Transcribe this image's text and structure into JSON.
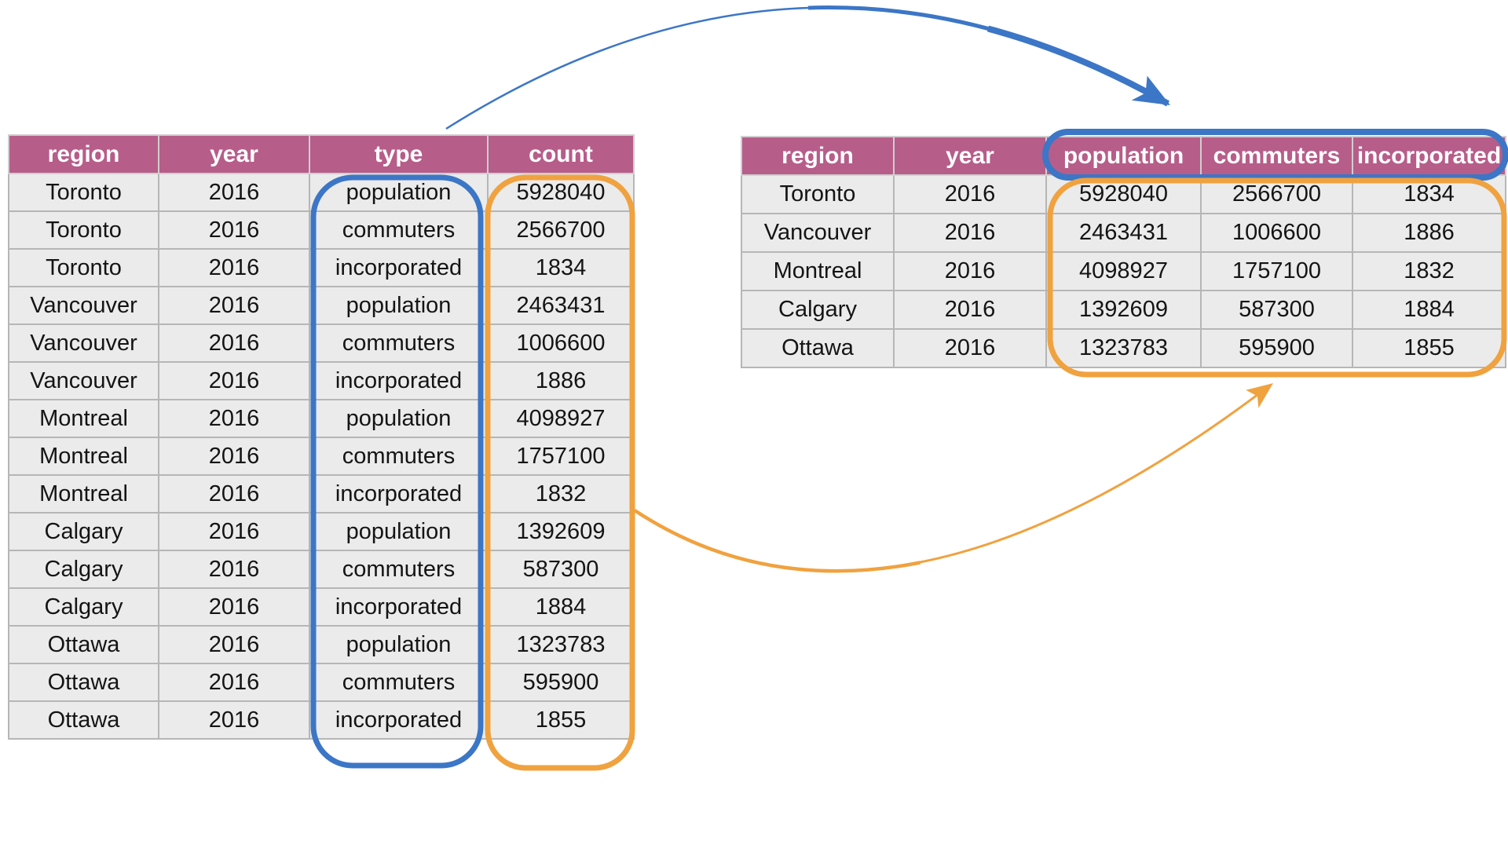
{
  "colors": {
    "header_bg": "#b75d8a",
    "header_text": "#ffffff",
    "cell_bg": "#ebebeb",
    "grid_line": "#b6b6b6",
    "cell_text": "#141414",
    "annotation_blue": "#3c76c6",
    "annotation_orange": "#f0a23f",
    "page_bg": "#ffffff"
  },
  "left_table": {
    "columns": [
      "region",
      "year",
      "type",
      "count"
    ],
    "rows": [
      [
        "Toronto",
        "2016",
        "population",
        "5928040"
      ],
      [
        "Toronto",
        "2016",
        "commuters",
        "2566700"
      ],
      [
        "Toronto",
        "2016",
        "incorporated",
        "1834"
      ],
      [
        "Vancouver",
        "2016",
        "population",
        "2463431"
      ],
      [
        "Vancouver",
        "2016",
        "commuters",
        "1006600"
      ],
      [
        "Vancouver",
        "2016",
        "incorporated",
        "1886"
      ],
      [
        "Montreal",
        "2016",
        "population",
        "4098927"
      ],
      [
        "Montreal",
        "2016",
        "commuters",
        "1757100"
      ],
      [
        "Montreal",
        "2016",
        "incorporated",
        "1832"
      ],
      [
        "Calgary",
        "2016",
        "population",
        "1392609"
      ],
      [
        "Calgary",
        "2016",
        "commuters",
        "587300"
      ],
      [
        "Calgary",
        "2016",
        "incorporated",
        "1884"
      ],
      [
        "Ottawa",
        "2016",
        "population",
        "1323783"
      ],
      [
        "Ottawa",
        "2016",
        "commuters",
        "595900"
      ],
      [
        "Ottawa",
        "2016",
        "incorporated",
        "1855"
      ]
    ]
  },
  "right_table": {
    "columns": [
      "region",
      "year",
      "population",
      "commuters",
      "incorporated"
    ],
    "rows": [
      [
        "Toronto",
        "2016",
        "5928040",
        "2566700",
        "1834"
      ],
      [
        "Vancouver",
        "2016",
        "2463431",
        "1006600",
        "1886"
      ],
      [
        "Montreal",
        "2016",
        "4098927",
        "1757100",
        "1832"
      ],
      [
        "Calgary",
        "2016",
        "1392609",
        "587300",
        "1884"
      ],
      [
        "Ottawa",
        "2016",
        "1323783",
        "595900",
        "1855"
      ]
    ]
  }
}
